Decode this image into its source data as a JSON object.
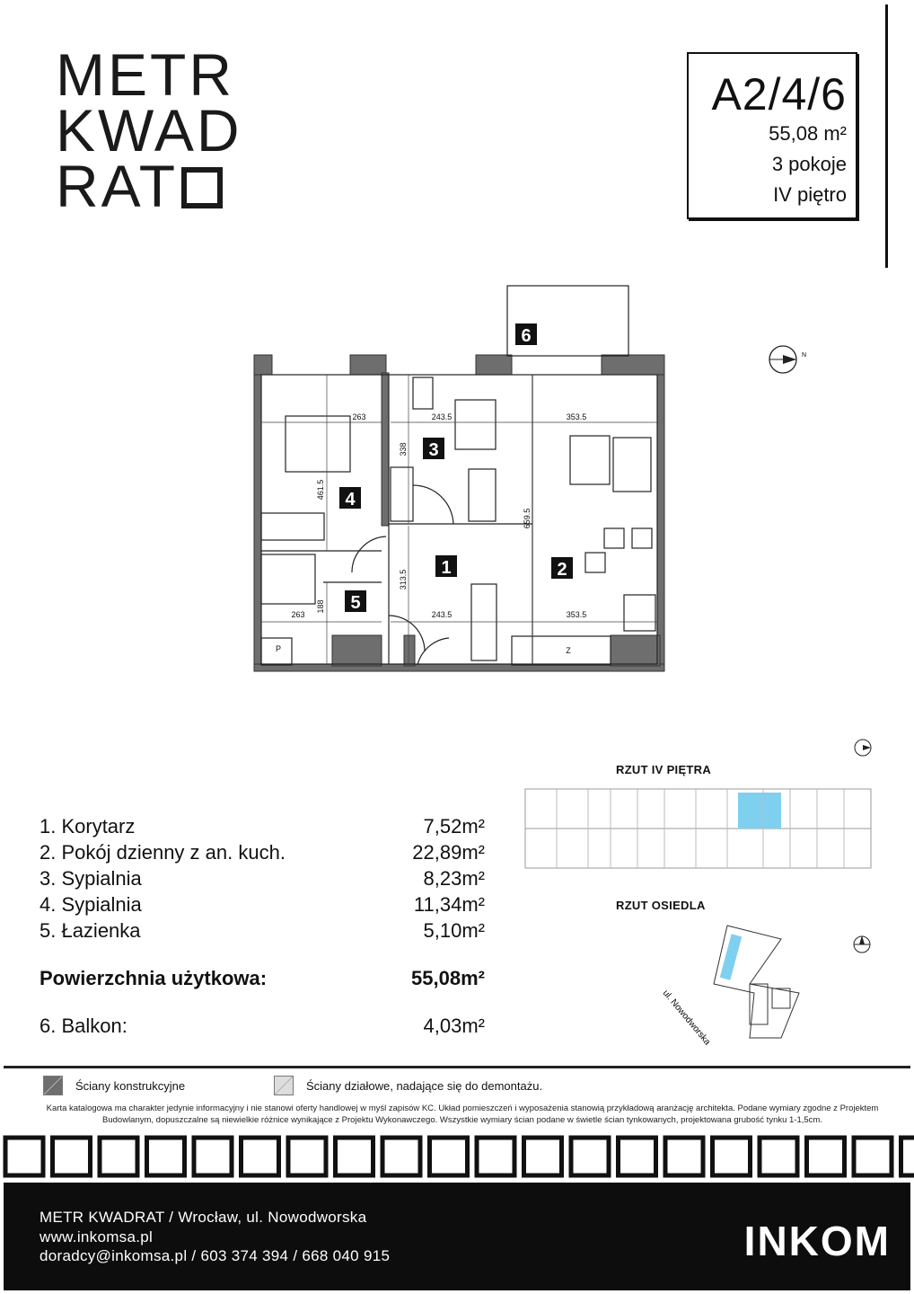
{
  "logo": {
    "line1": "METR",
    "line2": "KWAD",
    "line3": "RAT"
  },
  "unit": {
    "code": "A2/4/6",
    "area": "55,08 m²",
    "rooms": "3 pokoje",
    "floor": "IV piętro"
  },
  "plan": {
    "room_numbers": [
      "1",
      "2",
      "3",
      "4",
      "5",
      "6"
    ],
    "dimensions": {
      "r4_width": "263",
      "r4_height": "461.5",
      "r3_width": "243.5",
      "r3_height": "338",
      "r2_width_top": "353.5",
      "r2_height": "659.5",
      "r1_height": "313.5",
      "r1_width": "243.5",
      "r2_width_bottom": "353.5",
      "r5_width": "263",
      "r5_height": "188"
    },
    "fixtures": {
      "washer": "P",
      "fridge": "Z"
    }
  },
  "compass_label": "N",
  "rooms": [
    {
      "name": "1. Korytarz",
      "area": "7,52m²"
    },
    {
      "name": "2. Pokój dzienny z an. kuch.",
      "area": "22,89m²"
    },
    {
      "name": "3. Sypialnia",
      "area": "8,23m²"
    },
    {
      "name": "4. Sypialnia",
      "area": "11,34m²"
    },
    {
      "name": "5. Łazienka",
      "area": "5,10m²"
    }
  ],
  "usable": {
    "label": "Powierzchnia użytkowa:",
    "area": "55,08m²"
  },
  "balcony": {
    "name": "6. Balkon:",
    "area": "4,03m²"
  },
  "floor_plan_title": "RZUT IV PIĘTRA",
  "site_plan_title": "RZUT OSIEDLA",
  "street_label": "ul. Nowodworska",
  "legend": {
    "structural": "Ściany konstrukcyjne",
    "partition": "Ściany działowe, nadające się do demontażu."
  },
  "disclaimer": "Karta katalogowa ma charakter jedynie informacyjny i nie stanowi oferty handlowej w myśl zapisów KC. Układ pomieszczeń i wyposażenia stanowią przykładową aranżację architekta. Podane wymiary zgodne z Projektem Budowlanym, dopuszczalne są niewielkie różnice wynikające z Projektu Wykonawczego. Wszystkie wymiary ścian podane w świetle ścian tynkowanych, projektowana grubość tynku 1-1,5cm.",
  "footer": {
    "line1": "METR KWADRAT / Wrocław, ul. Nowodworska",
    "line2": "www.inkomsa.pl",
    "line3": "doradcy@inkomsa.pl / 603 374 394 / 668 040 915",
    "brand": "INKOM"
  },
  "colors": {
    "wall": "#6e6e6e",
    "highlight": "#7fd0ef",
    "footer_bg": "#0d0d0d"
  }
}
